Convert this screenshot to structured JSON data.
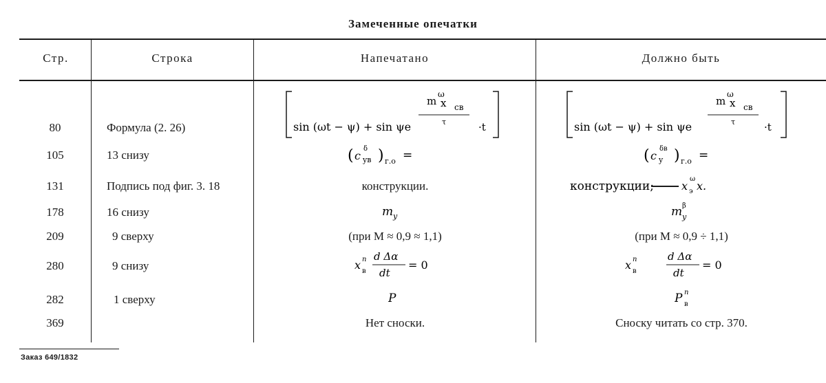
{
  "title": "Замеченные опечатки",
  "headers": {
    "page": "Стр.",
    "line": "Строка",
    "printed": "Напечатано",
    "correct": "Должно быть"
  },
  "rows": [
    {
      "page": "80",
      "line": "Формула (2. 26)",
      "printed": "[sin (ωt − ψ) + sin ψe^((m̄ω x)св / τ ·t)]",
      "correct": "[sin (ωt − ψ) + sin ψe^((m̄ω x)св / τ ·t)]"
    },
    {
      "page": "105",
      "line": "13 снизу",
      "printed": "(c^δ yв)г.о =",
      "correct": "(c^δв y)г.о ="
    },
    {
      "page": "131",
      "line": "Подпись под фиг. 3. 18",
      "printed": "конструкции.",
      "correct": "конструкции; —— x^ω э x."
    },
    {
      "page": "178",
      "line": "16 снизу",
      "printed": "my",
      "correct": "m^β y"
    },
    {
      "page": "209",
      "line": "9 сверху",
      "printed": "(при M ≈ 0,9 ≈ 1,1)",
      "correct": "(при M ≈ 0,9 ÷ 1,1)"
    },
    {
      "page": "280",
      "line": "9 снизу",
      "printed": "x^n в dΔα/dt = 0",
      "correct": "x^n в   dΔα/dt = 0"
    },
    {
      "page": "282",
      "line": "1 сверху",
      "printed": "P",
      "correct": "P^n в"
    },
    {
      "page": "369",
      "line": "",
      "printed": "Нет сноски.",
      "correct": "Сноску читать со стр. 370."
    }
  ],
  "formula_parts": {
    "sin_part": "sin (ωt − ψ) + sin ψe",
    "m": "m",
    "omega": "ω",
    "x": "x",
    "cb": "св",
    "tau": "τ",
    "t_suffix": "·t",
    "c": "c",
    "delta": "δ",
    "yb": "yв",
    "y": "y",
    "db": "δв",
    "go": "г.о",
    "eq": "=",
    "konstr": "конструкции;",
    "omega2": "ω",
    "e_sub": "э",
    "x_tail": "x.",
    "my_m": "m",
    "my_y": "y",
    "beta": "β",
    "x_n": "x",
    "n": "n",
    "v": "в",
    "d_alpha": "d Δα",
    "dt": "dt",
    "eq0": "= 0",
    "P": "P"
  },
  "footer": "Заказ 649/1832"
}
